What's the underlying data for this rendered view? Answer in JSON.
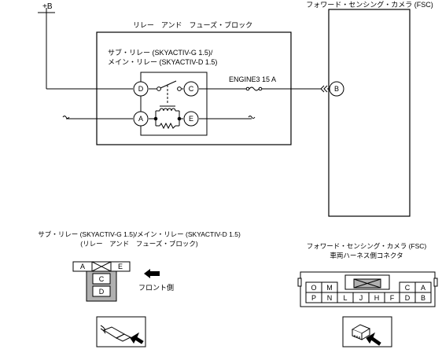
{
  "schematic": {
    "supply_label": "+B",
    "block_title": "リレー　アンド　フューズ・ブロック",
    "camera_title": "フォワード・センシング・カメラ (FSC)",
    "relay_label_line1": "サブ・リレー (SKYACTIV-G 1.5)/",
    "relay_label_line2": "メイン・リレー (SKYACTIV-D 1.5)",
    "fuse_label": "ENGINE3 15 A",
    "pins": {
      "d": "D",
      "c": "C",
      "a": "A",
      "e": "E",
      "b": "B"
    }
  },
  "relay_connector": {
    "title_line1": "サブ・リレー (SKYACTIV-G 1.5)/メイン・リレー (SKYACTIV-D 1.5)",
    "title_line2": "(リレー　アンド　フューズ・ブロック)",
    "cavities": {
      "a": "A",
      "e": "E",
      "c": "C",
      "d": "D"
    },
    "front_label": "フロント側"
  },
  "camera_connector": {
    "title_line1": "フォワード・センシング・カメラ (FSC)",
    "title_line2": "車両ハーネス側コネクタ",
    "top_row": {
      "left": [
        "O",
        "M"
      ],
      "right": [
        "C",
        "A"
      ]
    },
    "bottom_row": [
      "P",
      "N",
      "L",
      "J",
      "H",
      "F",
      "D",
      "B"
    ]
  }
}
